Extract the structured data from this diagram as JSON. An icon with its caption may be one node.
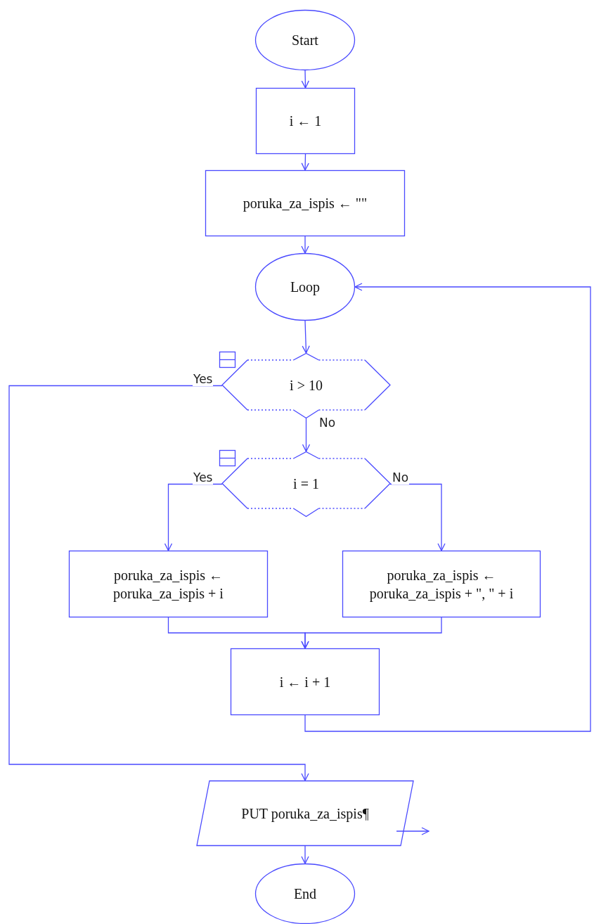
{
  "diagram": {
    "nodes": [
      {
        "text": [
          "Start"
        ]
      },
      {
        "text": [
          "i ← 1"
        ]
      },
      {
        "text": [
          "poruka_za_ispis ← \"\""
        ]
      },
      {
        "text": [
          "Loop"
        ]
      },
      {
        "text": [
          "i > 10"
        ]
      },
      {
        "text": [
          "i = 1"
        ]
      },
      {
        "text": [
          "poruka_za_ispis ← poruka_za_ispis  +  i"
        ]
      },
      {
        "text": [
          "poruka_za_ispis ← poruka_za_ispis + \", \" + i"
        ]
      },
      {
        "text": [
          "i ← i  +  1"
        ]
      },
      {
        "text": [
          "PUT poruka_za_ispis¶"
        ]
      },
      {
        "text": [
          "End"
        ]
      }
    ],
    "edges": [
      {
        "from": 0,
        "to": 1,
        "arrow": "to"
      },
      {
        "from": 1,
        "to": 2,
        "arrow": "to"
      },
      {
        "from": 2,
        "to": 3,
        "arrow": "to"
      },
      {
        "from": 3,
        "to": 4,
        "arrow": "to"
      },
      {
        "from": 4,
        "to": 9,
        "arrow": "to",
        "label": "Yes"
      },
      {
        "from": 4,
        "to": 5,
        "arrow": "to",
        "label": "No"
      },
      {
        "from": 5,
        "to": 6,
        "arrow": "to",
        "label": "Yes"
      },
      {
        "from": 5,
        "to": 7,
        "arrow": "to",
        "label": "No"
      },
      {
        "from": 6,
        "to": 8,
        "arrow": "to"
      },
      {
        "from": 7,
        "to": 8,
        "arrow": "to"
      },
      {
        "from": 8,
        "to": 3,
        "arrow": "to"
      },
      {
        "from": 9,
        "to": 10,
        "arrow": "to"
      },
      {
        "from": 9,
        "to": null,
        "arrow": "to"
      }
    ]
  }
}
